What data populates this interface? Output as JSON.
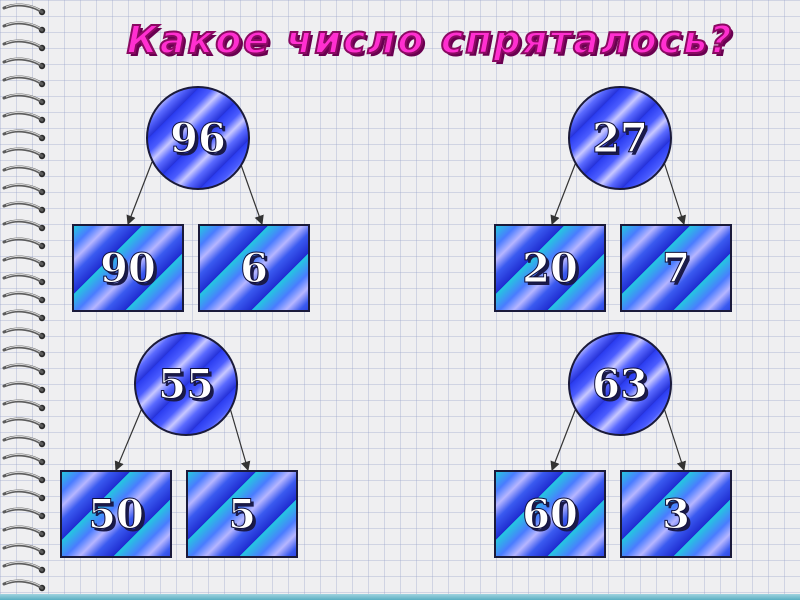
{
  "title": "Какое число спряталось?",
  "diagram": {
    "groups": [
      {
        "total": "96",
        "left": "90",
        "right": "6"
      },
      {
        "total": "27",
        "left": "20",
        "right": "7"
      },
      {
        "total": "55",
        "left": "50",
        "right": "5"
      },
      {
        "total": "63",
        "left": "60",
        "right": "3"
      }
    ]
  },
  "colors": {
    "title": "#ff2fd0",
    "title_outline": "#8a0a62",
    "circle": "#3a4cff",
    "box": "#24c8e0",
    "grid": "#9aa0c8"
  }
}
